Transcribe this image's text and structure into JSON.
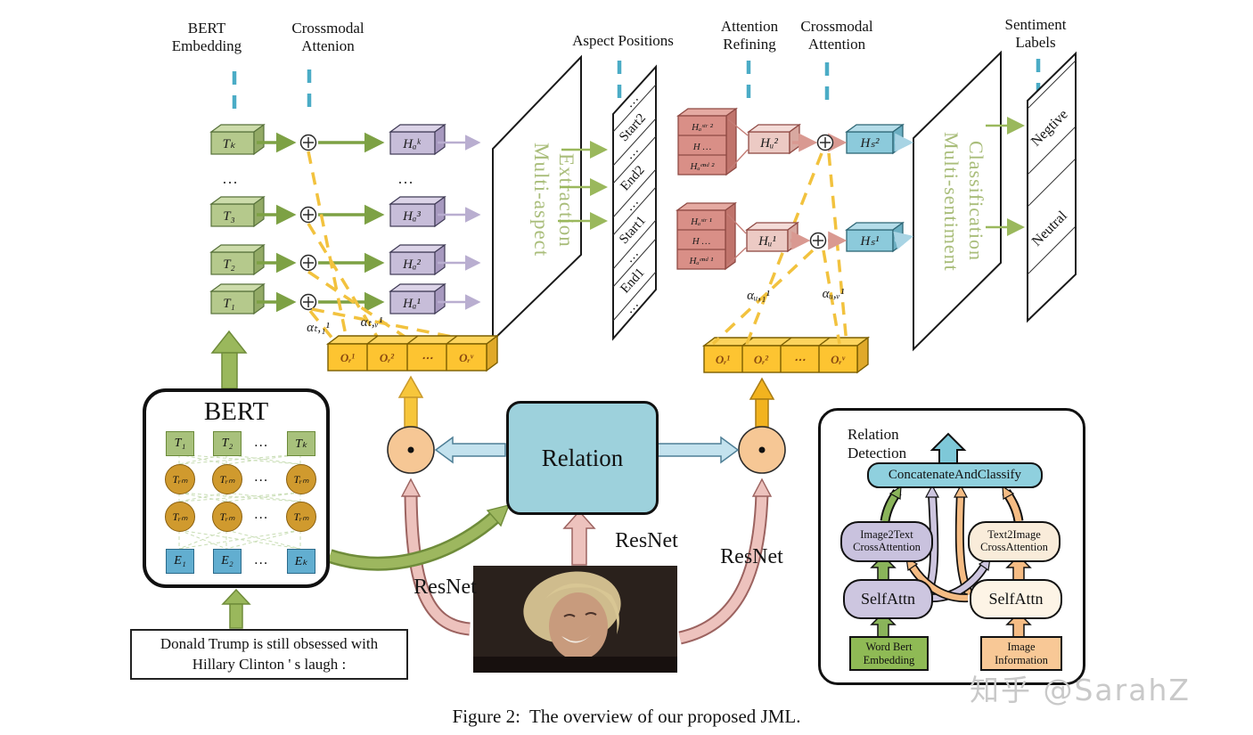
{
  "top_labels": {
    "bert_embedding": "BERT\nEmbedding",
    "crossmodal_attenion": "Crossmodal\nAttenion",
    "aspect_positions": "Aspect Positions",
    "attention_refining": "Attention\nRefining",
    "crossmodal_attention": "Crossmodal\nAttention",
    "sentiment_labels": "Sentiment\nLabels"
  },
  "left_flow": {
    "t_blocks": [
      "Tₖ",
      "T₃",
      "T₂",
      "T₁"
    ],
    "h_blocks": [
      "Hₐᵏ",
      "Hₐ³",
      "Hₐ²",
      "Hₐ¹"
    ],
    "dots": "…",
    "alpha_1": "αₜ,₁¹",
    "alpha_v": "αₜ,ᵥ¹",
    "o_cells": [
      "Oᵣ¹",
      "Oᵣ²",
      "⋯",
      "Oᵣᵛ"
    ]
  },
  "right_flow": {
    "stack2": [
      "Hₐˢᵗʳ ²",
      "H …",
      "Hₐᵉⁿᵈ ²"
    ],
    "refined2": "Hᵤ²",
    "fused2": "Hₛ²",
    "stack1": [
      "Hₐˢᵗʳ ¹",
      "H …",
      "Hₐᵉⁿᵈ ¹"
    ],
    "refined1": "Hᵤ¹",
    "fused1": "Hₛ¹",
    "alpha_1": "αᵤ,₁¹",
    "alpha_v": "αᵤ,ᵥ¹",
    "o_cells": [
      "Oᵣ¹",
      "Oᵣ²",
      "⋯",
      "Oᵣᵛ"
    ]
  },
  "panels": {
    "aspect": {
      "line1": "Multi-aspect",
      "line2": "Extraction"
    },
    "sentiment": {
      "line1": "Multi-sentiment",
      "line2": "Classification"
    }
  },
  "aspect_strip": {
    "cells": [
      "…",
      "Start2",
      "…",
      "End2",
      "…",
      "Start1",
      "…",
      "End1",
      "…"
    ]
  },
  "sentiment_strip": {
    "cells": [
      "Negtive",
      "Neutral"
    ]
  },
  "bert_box": {
    "title": "BERT",
    "t": [
      "T₁",
      "T₂",
      "Tₖ"
    ],
    "trm": "Tᵣₘ",
    "e": [
      "E₁",
      "E₂",
      "Eₖ"
    ],
    "dots": "…"
  },
  "relation": {
    "label": "Relation"
  },
  "resnet": {
    "left": "ResNet",
    "center": "ResNet",
    "right": "ResNet"
  },
  "relation_detection": {
    "title": "Relation\nDetection",
    "concat": "ConcatenateAndClassify",
    "i2t": "Image2Text\nCrossAttention",
    "t2i": "Text2Image\nCrossAttention",
    "selfattn_left": "SelfAttn",
    "selfattn_right": "SelfAttn",
    "word_bert": "Word Bert\nEmbedding",
    "image_info": "Image\nInformation"
  },
  "input_text": "Donald Trump is still obsessed with\nHillary Clinton ' s laugh :",
  "caption": "Figure 2:  The overview of our proposed JML.",
  "watermark": "知乎 @SarahZ",
  "colors": {
    "teal_dash": "#4bacc6",
    "green_arrow": "#7da144",
    "panel_text": "#a9bd7a",
    "yellow_block": "#fdc431",
    "relation_fill": "#9dd1dc"
  }
}
